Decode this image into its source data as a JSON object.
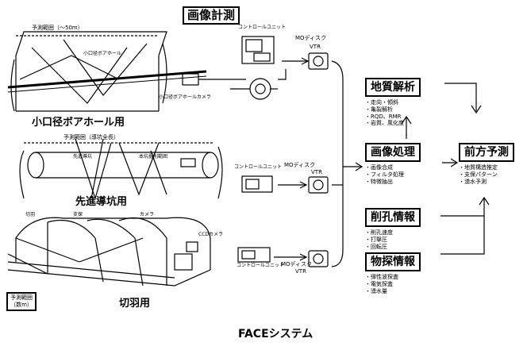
{
  "title": "画像計測",
  "caption": "FACEシステム",
  "sections": {
    "borehole": {
      "label": "小口径ボアホール用",
      "range": "予測範囲（～50m）",
      "control_unit": "コントロールユニット",
      "camera_note": "小口径ボアホールカメラ",
      "borehole_note": "小口径ボアホール",
      "mo": "MOディスク",
      "vtr": "VTR"
    },
    "pilot": {
      "label": "先進導坑用",
      "range": "予測範囲（導坑全長）",
      "control_unit": "コントロールユニット",
      "mo": "MOディスク",
      "vtr": "VTR",
      "note1": "先進導坑",
      "note2": "本坑掘削範囲"
    },
    "face": {
      "label": "切羽用",
      "range": "予測範囲",
      "range_sub": "（数m）",
      "control_unit": "コントロールユニット",
      "mo": "MOディスク",
      "vtr": "VTR",
      "note1": "切羽",
      "note2": "支保",
      "note3": "カメラ",
      "note4": "CCDカメラ"
    }
  },
  "process_boxes": {
    "geology": {
      "title": "地質解析",
      "lines": [
        "・走向・傾斜",
        "・亀裂解析",
        "・RQD、RMR",
        "・岩質、風化度"
      ]
    },
    "image": {
      "title": "画像処理",
      "lines": [
        "・画像合成",
        "・フィルタ処理",
        "・特徴抽出"
      ]
    },
    "forecast": {
      "title": "前方予測",
      "lines": [
        "・地質構造推定",
        "・支保パターン",
        "・湧水予測"
      ]
    },
    "drilling": {
      "title": "削孔情報",
      "lines": [
        "・削孔速度",
        "・打撃圧",
        "・回転圧"
      ]
    },
    "survey": {
      "title": "物探情報",
      "lines": [
        "・弾性波探査",
        "・電気探査",
        "・湧水量"
      ]
    }
  }
}
